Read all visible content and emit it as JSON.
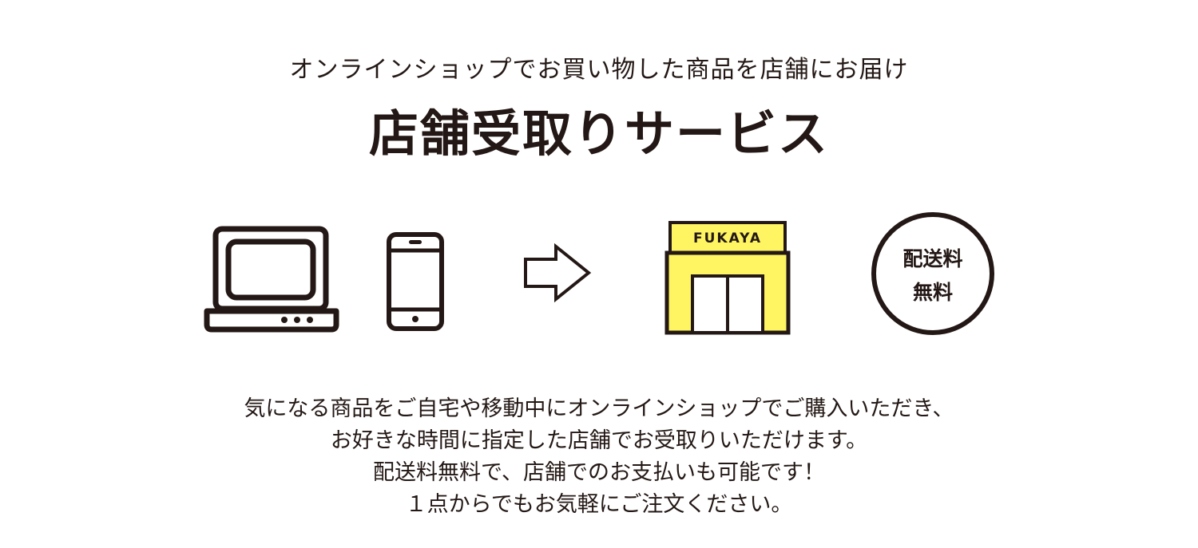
{
  "header": {
    "subtitle": "オンラインショップでお買い物した商品を店舗にお届け",
    "title": "店舗受取りサービス"
  },
  "illustration": {
    "icons": {
      "laptop": "laptop-icon",
      "smartphone": "smartphone-icon",
      "arrow": "arrow-right-icon",
      "store": "store-icon",
      "badge": "free-shipping-badge"
    },
    "store_sign": "FUKAYA",
    "badge_line1": "配送料",
    "badge_line2": "無料",
    "colors": {
      "ink": "#231815",
      "store_yellow": "#fff462"
    }
  },
  "description": {
    "line1": "気になる商品をご自宅や移動中にオンラインショップでご購入いただき、",
    "line2": "お好きな時間に指定した店舗でお受取りいただけます。",
    "line3": "配送料無料で、店舗でのお支払いも可能です！",
    "line4": "１点からでもお気軽にご注文ください。"
  }
}
